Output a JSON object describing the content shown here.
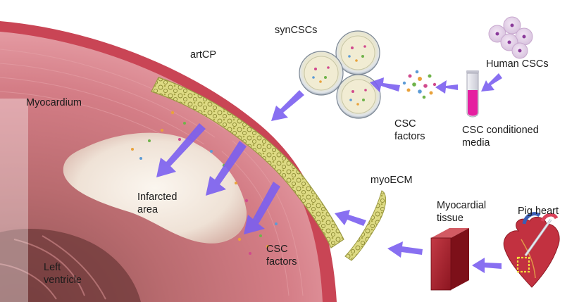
{
  "labels": {
    "myocardium": "Myocardium",
    "artcp": "artCP",
    "infarcted": [
      "Infarcted",
      "area"
    ],
    "left_ventricle": [
      "Left",
      "ventricle"
    ],
    "csc_factors_heart": [
      "CSC",
      "factors"
    ],
    "syncscs": "synCSCs",
    "csc_factors_cloud": [
      "CSC",
      "factors"
    ],
    "human_cscs": "Human CSCs",
    "conditioned_media": [
      "CSC conditioned",
      "media"
    ],
    "myoecm": "myoECM",
    "myocardial_tissue": [
      "Myocardial",
      "tissue"
    ],
    "pig_heart": "Pig heart"
  },
  "colors": {
    "arrow": "#7b5ff0",
    "patch": "#d9d77a",
    "heart_outer": "#c23a4a",
    "infarct": "#efe3d8",
    "tissue_block": "#a81f2c",
    "media_tube": "#e51fa0"
  }
}
